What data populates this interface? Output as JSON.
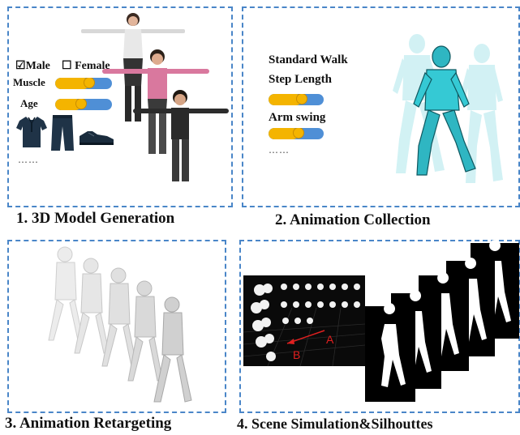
{
  "panels": {
    "model_generation": {
      "caption": "1. 3D Model Generation",
      "gender_male": "Male",
      "gender_female": "Female",
      "male_checked": true,
      "muscle_label": "Muscle",
      "muscle_level": 0.6,
      "age_label": "Age",
      "age_level": 0.45,
      "more": "……"
    },
    "animation_collection": {
      "caption": "2. Animation Collection",
      "line1": "Standard Walk",
      "line2": "Step Length",
      "step_length_level": 0.6,
      "arm_swing_label": "Arm swing",
      "arm_swing_level": 0.55,
      "more": "……"
    },
    "animation_retargeting": {
      "caption": "3. Animation Retargeting"
    },
    "scene_simulation": {
      "caption": "4. Scene Simulation&Silhouttes",
      "arrow_a": "A",
      "arrow_b": "B"
    }
  },
  "colors": {
    "border": "#4a86c8",
    "slider_track": "#4f8fd6",
    "slider_fill": "#f4b400",
    "arrow": "#e02020",
    "armature": "#35c9d4"
  }
}
